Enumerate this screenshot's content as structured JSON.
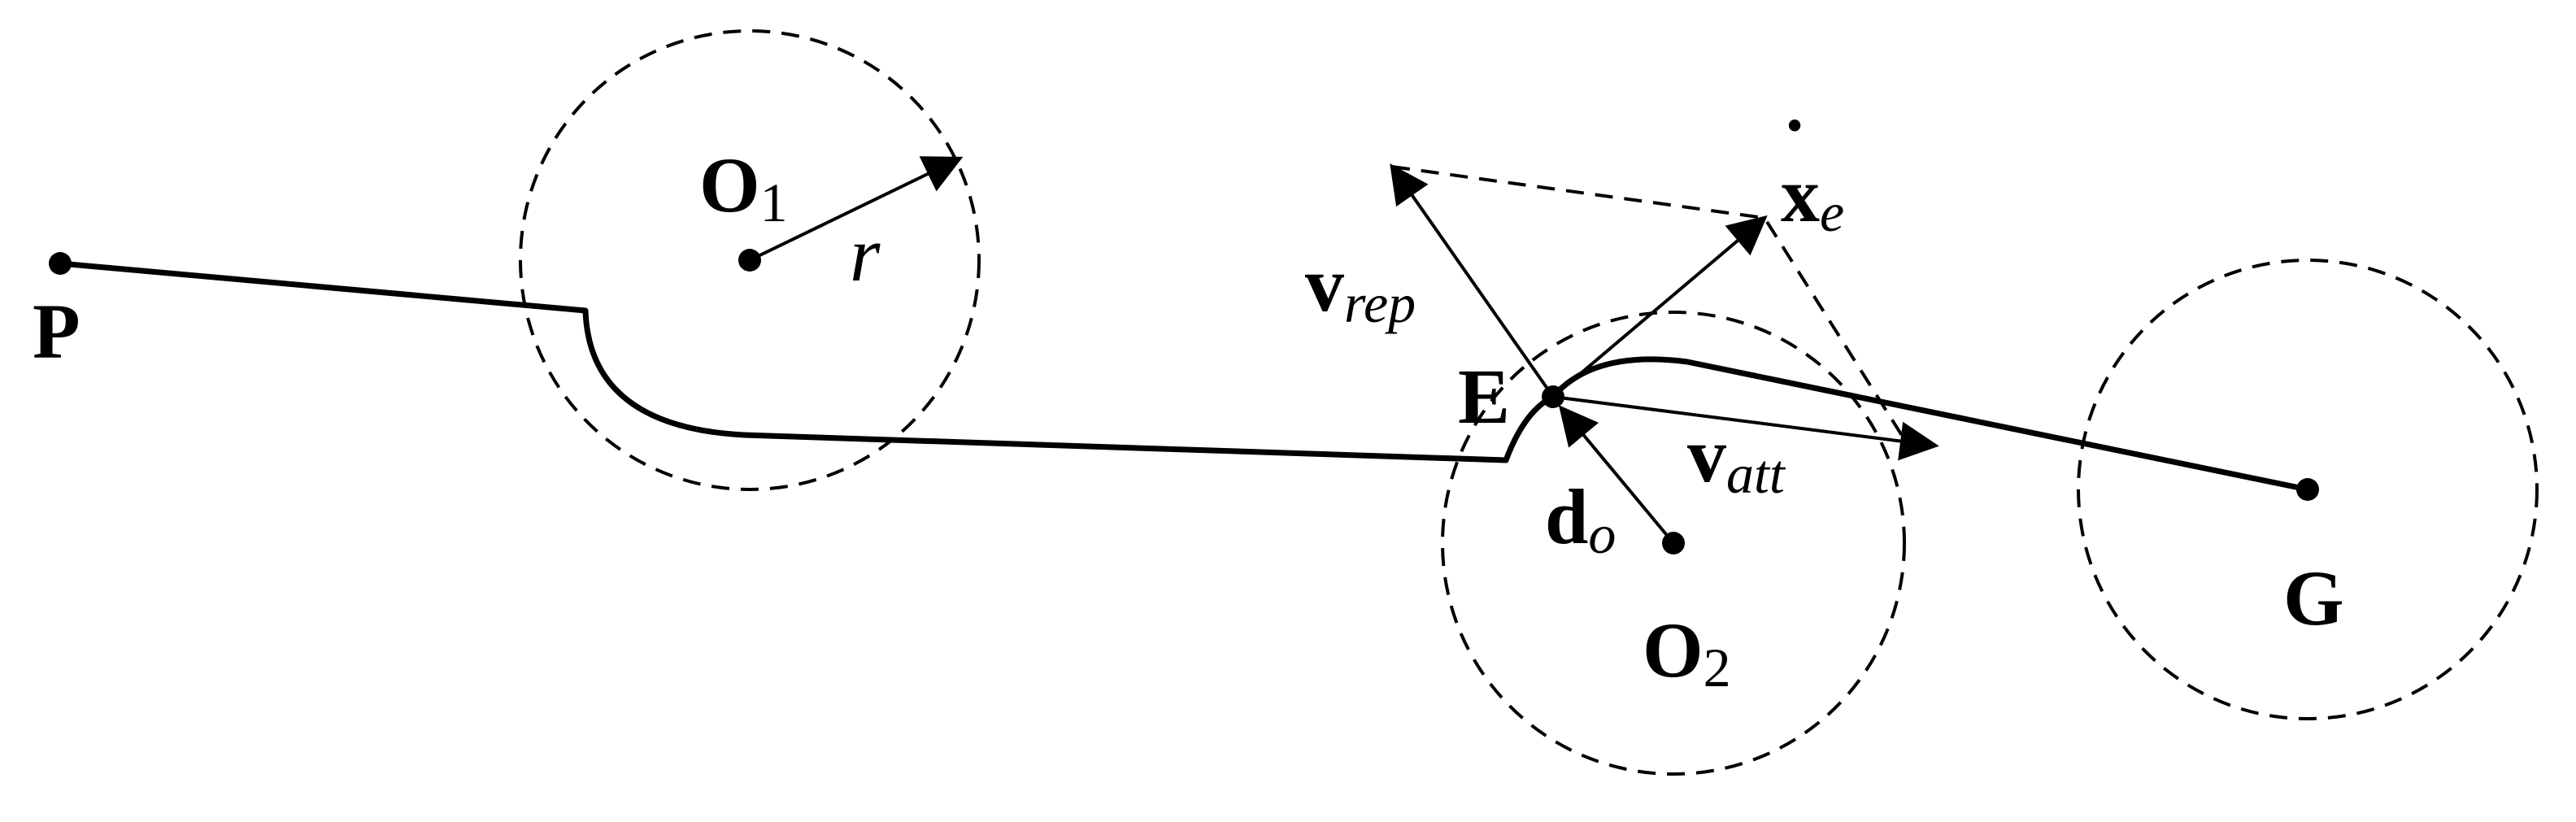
{
  "diagram": {
    "labels": {
      "P": "P",
      "O1_base": "O",
      "O1_sub": "1",
      "r": "r",
      "E": "E",
      "vrep_base": "v",
      "vrep_sub": "rep",
      "xe_base": "x",
      "xe_dot": "˙",
      "xe_sub": "e",
      "do_base": "d",
      "do_sub": "o",
      "vatt_base": "v",
      "vatt_sub": "att",
      "O2_base": "O",
      "O2_sub": "2",
      "G": "G"
    },
    "colors": {
      "stroke": "#000000",
      "background": "#ffffff"
    }
  }
}
